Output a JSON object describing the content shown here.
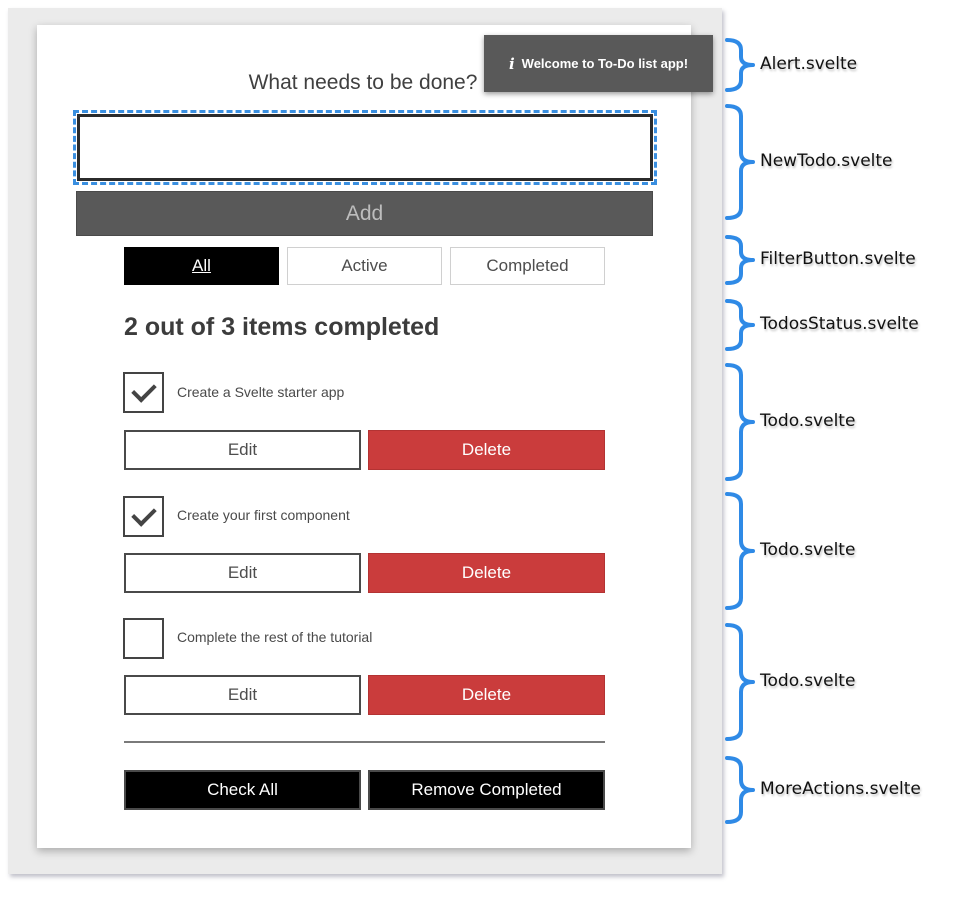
{
  "app": {
    "heading": "What needs to be done?",
    "alert": {
      "icon": "info-icon",
      "icon_glyph": "i",
      "text": "Welcome to To-Do list app!"
    },
    "new_todo": {
      "value": "",
      "add_label": "Add"
    },
    "filters": [
      {
        "label": "All",
        "active": true
      },
      {
        "label": "Active",
        "active": false
      },
      {
        "label": "Completed",
        "active": false
      }
    ],
    "status": "2 out of 3 items completed",
    "todos": [
      {
        "label": "Create a Svelte starter app",
        "checked": true,
        "edit": "Edit",
        "delete": "Delete"
      },
      {
        "label": "Create your first component",
        "checked": true,
        "edit": "Edit",
        "delete": "Delete"
      },
      {
        "label": "Complete the rest of the tutorial",
        "checked": false,
        "edit": "Edit",
        "delete": "Delete"
      }
    ],
    "more_actions": {
      "check_all": "Check All",
      "remove_completed": "Remove Completed"
    }
  },
  "annotations": [
    "Alert.svelte",
    "NewTodo.svelte",
    "FilterButton.svelte",
    "TodosStatus.svelte",
    "Todo.svelte",
    "Todo.svelte",
    "Todo.svelte",
    "MoreActions.svelte"
  ],
  "colors": {
    "brace": "#2f8ae6",
    "input_focus": "#3a8fe0",
    "delete": "#ca3c3c",
    "primary_dark": "#000000",
    "alert_bg": "#595959"
  }
}
